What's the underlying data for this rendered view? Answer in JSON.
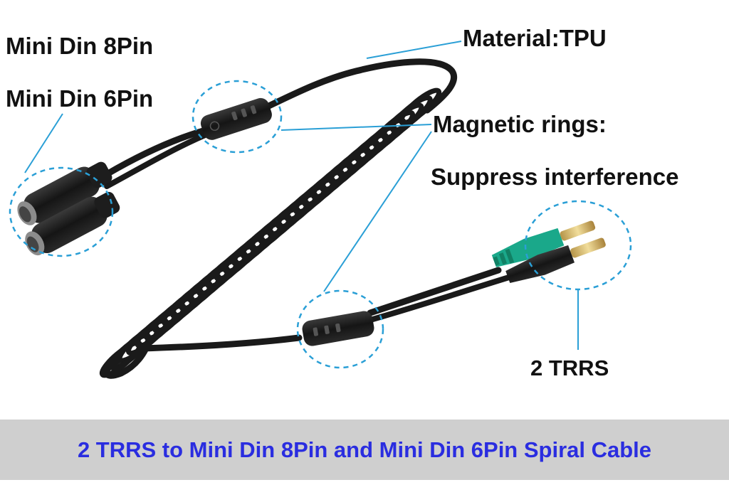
{
  "labels": {
    "mini_din_8pin": "Mini Din 8Pin",
    "mini_din_6pin": "Mini Din 6Pin",
    "material": "Material:TPU",
    "magnetic_rings": "Magnetic rings:",
    "suppress": "Suppress interference",
    "trrs": "2 TRRS"
  },
  "banner": {
    "title": "2 TRRS to Mini Din 8Pin and Mini Din 6Pin Spiral Cable"
  },
  "colors": {
    "callout_line": "#2a9fd6",
    "cable": "#1a1a1a",
    "green_plug": "#1aa88a",
    "banner_background": "#cfcfcf",
    "banner_text": "#2a2de0"
  }
}
